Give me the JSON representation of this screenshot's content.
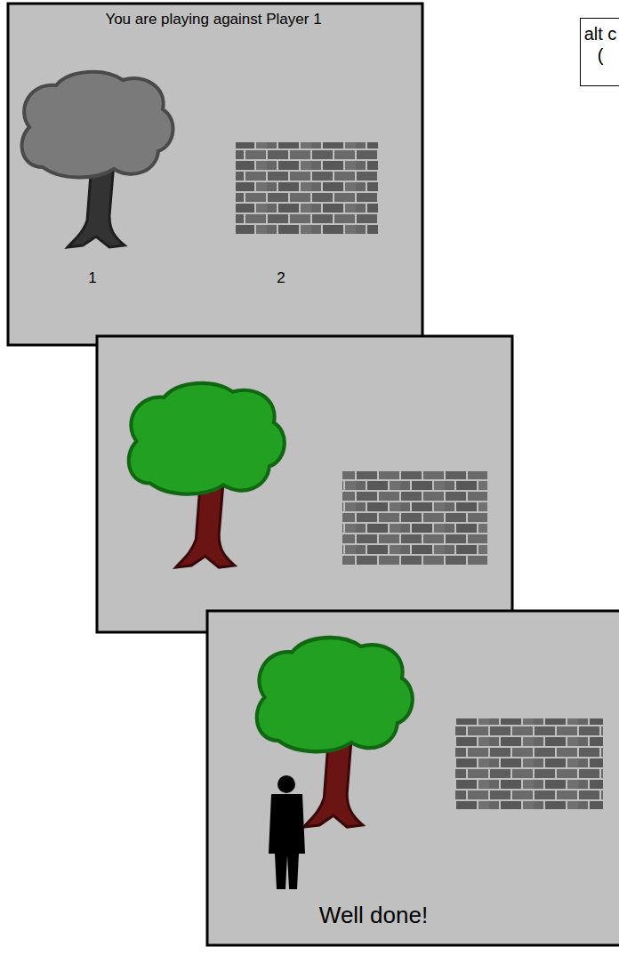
{
  "diagram": {
    "nodes": [
      {
        "text": [
          "You are playing against Player 1",
          "1",
          "2"
        ]
      },
      {
        "text": [
          "alt c ("
        ]
      },
      {
        "text": [
          "Well done!"
        ]
      }
    ]
  }
}
